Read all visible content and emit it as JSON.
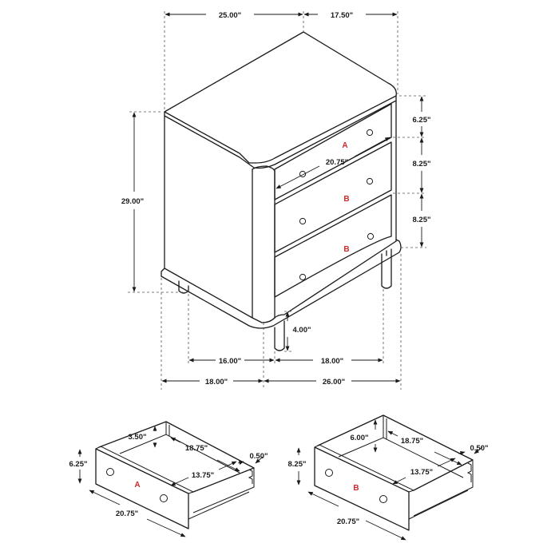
{
  "colors": {
    "line": "#1a1a1a",
    "drawer_label": "#d0282e",
    "background": "#ffffff"
  },
  "dimensions": {
    "top_depth": "25.00\"",
    "top_width": "17.50\"",
    "overall_height": "29.00\"",
    "top_drawer_height": "6.25\"",
    "middle_drawer_height": "8.25\"",
    "bottom_drawer_height": "8.25\"",
    "drawer_front_width": "20.75\"",
    "leg_height": "4.00\"",
    "leg_span_side": "16.00\"",
    "leg_span_front": "18.00\"",
    "base_depth": "18.00\"",
    "base_width": "26.00\""
  },
  "drawer_labels": {
    "top": "A",
    "middle": "B",
    "bottom": "B"
  },
  "drawer_a": {
    "label": "A",
    "inner_height": "3.50\"",
    "inner_depth": "18.75\"",
    "panel_thickness": "0.50\"",
    "front_height": "6.25\"",
    "inner_width": "13.75\"",
    "front_width": "20.75\""
  },
  "drawer_b": {
    "label": "B",
    "inner_height": "6.00\"",
    "inner_depth": "18.75\"",
    "panel_thickness": "0.50\"",
    "front_height": "8.25\"",
    "inner_width": "13.75\"",
    "front_width": "20.75\""
  }
}
